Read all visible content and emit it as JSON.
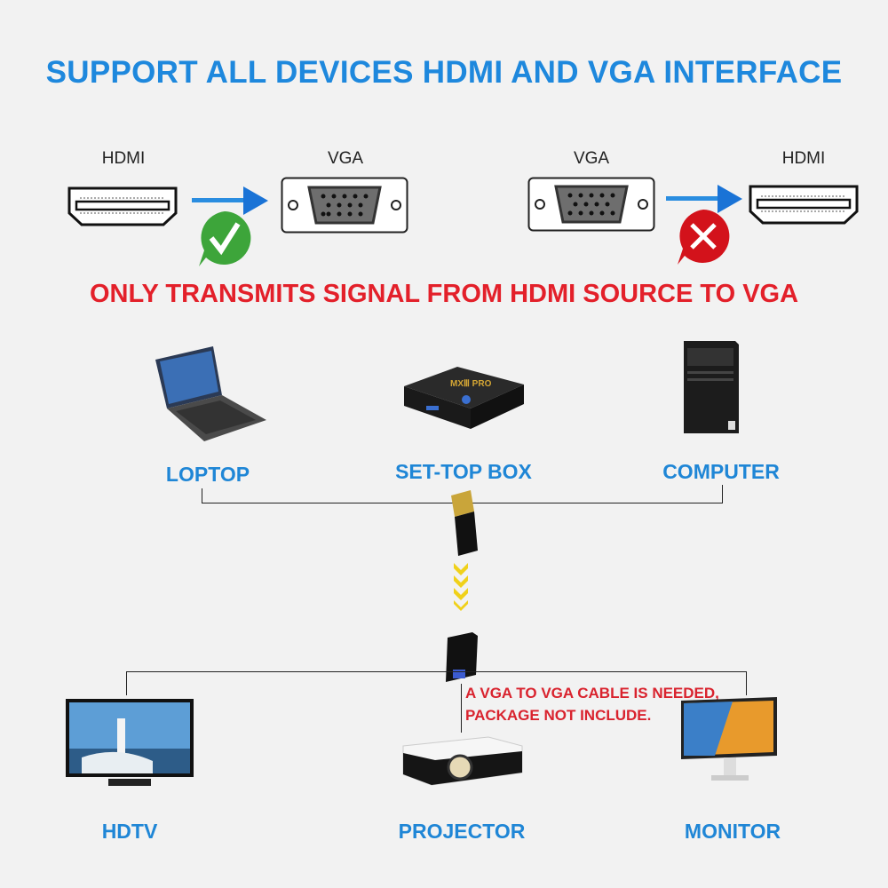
{
  "title": "SUPPORT ALL DEVICES HDMI AND VGA INTERFACE",
  "conversion": {
    "left": {
      "from": "HDMI",
      "to": "VGA",
      "status": "supported",
      "status_icon": "check-icon"
    },
    "right": {
      "from": "VGA",
      "to": "HDMI",
      "status": "not-supported",
      "status_icon": "x-icon"
    }
  },
  "warning": "ONLY TRANSMITS SIGNAL FROM HDMI SOURCE TO VGA",
  "sources": [
    {
      "label": "LOPTOP",
      "icon": "laptop-icon"
    },
    {
      "label": "SET-TOP BOX",
      "icon": "set-top-box-icon"
    },
    {
      "label": "COMPUTER",
      "icon": "computer-tower-icon"
    }
  ],
  "note": [
    "A VGA TO VGA CABLE IS NEEDED,",
    "PACKAGE  NOT INCLUDE."
  ],
  "displays": [
    {
      "label": "HDTV",
      "icon": "tv-icon"
    },
    {
      "label": "PROJECTOR",
      "icon": "projector-icon"
    },
    {
      "label": "MONITOR",
      "icon": "monitor-icon"
    }
  ],
  "colors": {
    "blue": "#1e88dd",
    "red": "#e3202a",
    "background": "#f2f2f2"
  }
}
